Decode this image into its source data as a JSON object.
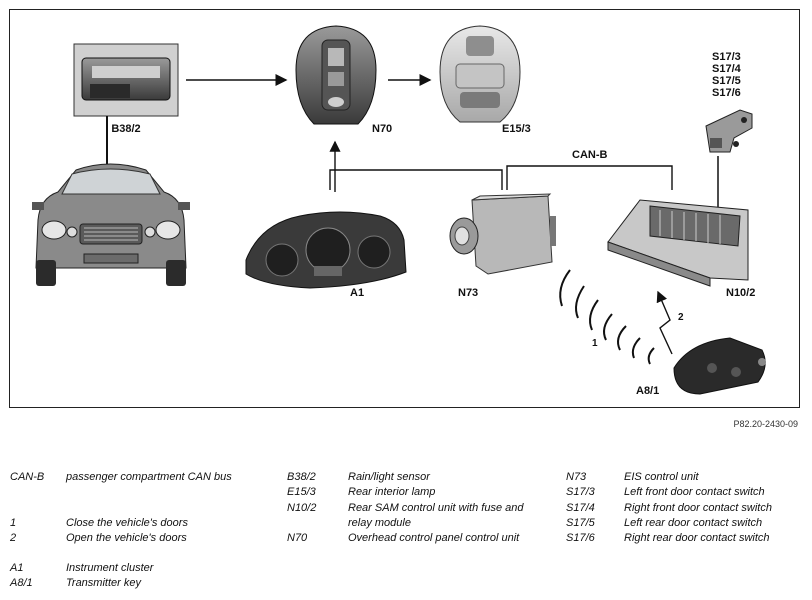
{
  "diagram": {
    "labels": {
      "b38": "B38/2",
      "n70": "N70",
      "e15": "E15/3",
      "s17": [
        "S17/3",
        "S17/4",
        "S17/5",
        "S17/6"
      ],
      "canb": "CAN-B",
      "a1": "A1",
      "n73": "N73",
      "n102": "N10/2",
      "a81": "A8/1",
      "sig1": "1",
      "sig2": "2"
    },
    "reference": "P82.20-2430-09"
  },
  "legend": {
    "col1": [
      {
        "code": "CAN-B",
        "desc": "passenger compartment CAN bus"
      },
      {
        "code": "1",
        "desc": "Close the vehicle's doors"
      },
      {
        "code": "2",
        "desc": "Open the vehicle's doors"
      },
      {
        "code": "A1",
        "desc": "Instrument cluster"
      },
      {
        "code": "A8/1",
        "desc": "Transmitter key"
      }
    ],
    "col2": [
      {
        "code": "B38/2",
        "desc": "Rain/light sensor"
      },
      {
        "code": "E15/3",
        "desc": "Rear interior lamp"
      },
      {
        "code": "N10/2",
        "desc": "Rear SAM control unit with fuse and relay module"
      },
      {
        "code": "N70",
        "desc": "Overhead control panel control unit"
      }
    ],
    "col3": [
      {
        "code": "N73",
        "desc": "EIS control unit"
      },
      {
        "code": "S17/3",
        "desc": "Left front door contact switch"
      },
      {
        "code": "S17/4",
        "desc": "Right front door contact switch"
      },
      {
        "code": "S17/5",
        "desc": "Left rear door contact switch"
      },
      {
        "code": "S17/6",
        "desc": "Right rear door contact switch"
      }
    ]
  }
}
